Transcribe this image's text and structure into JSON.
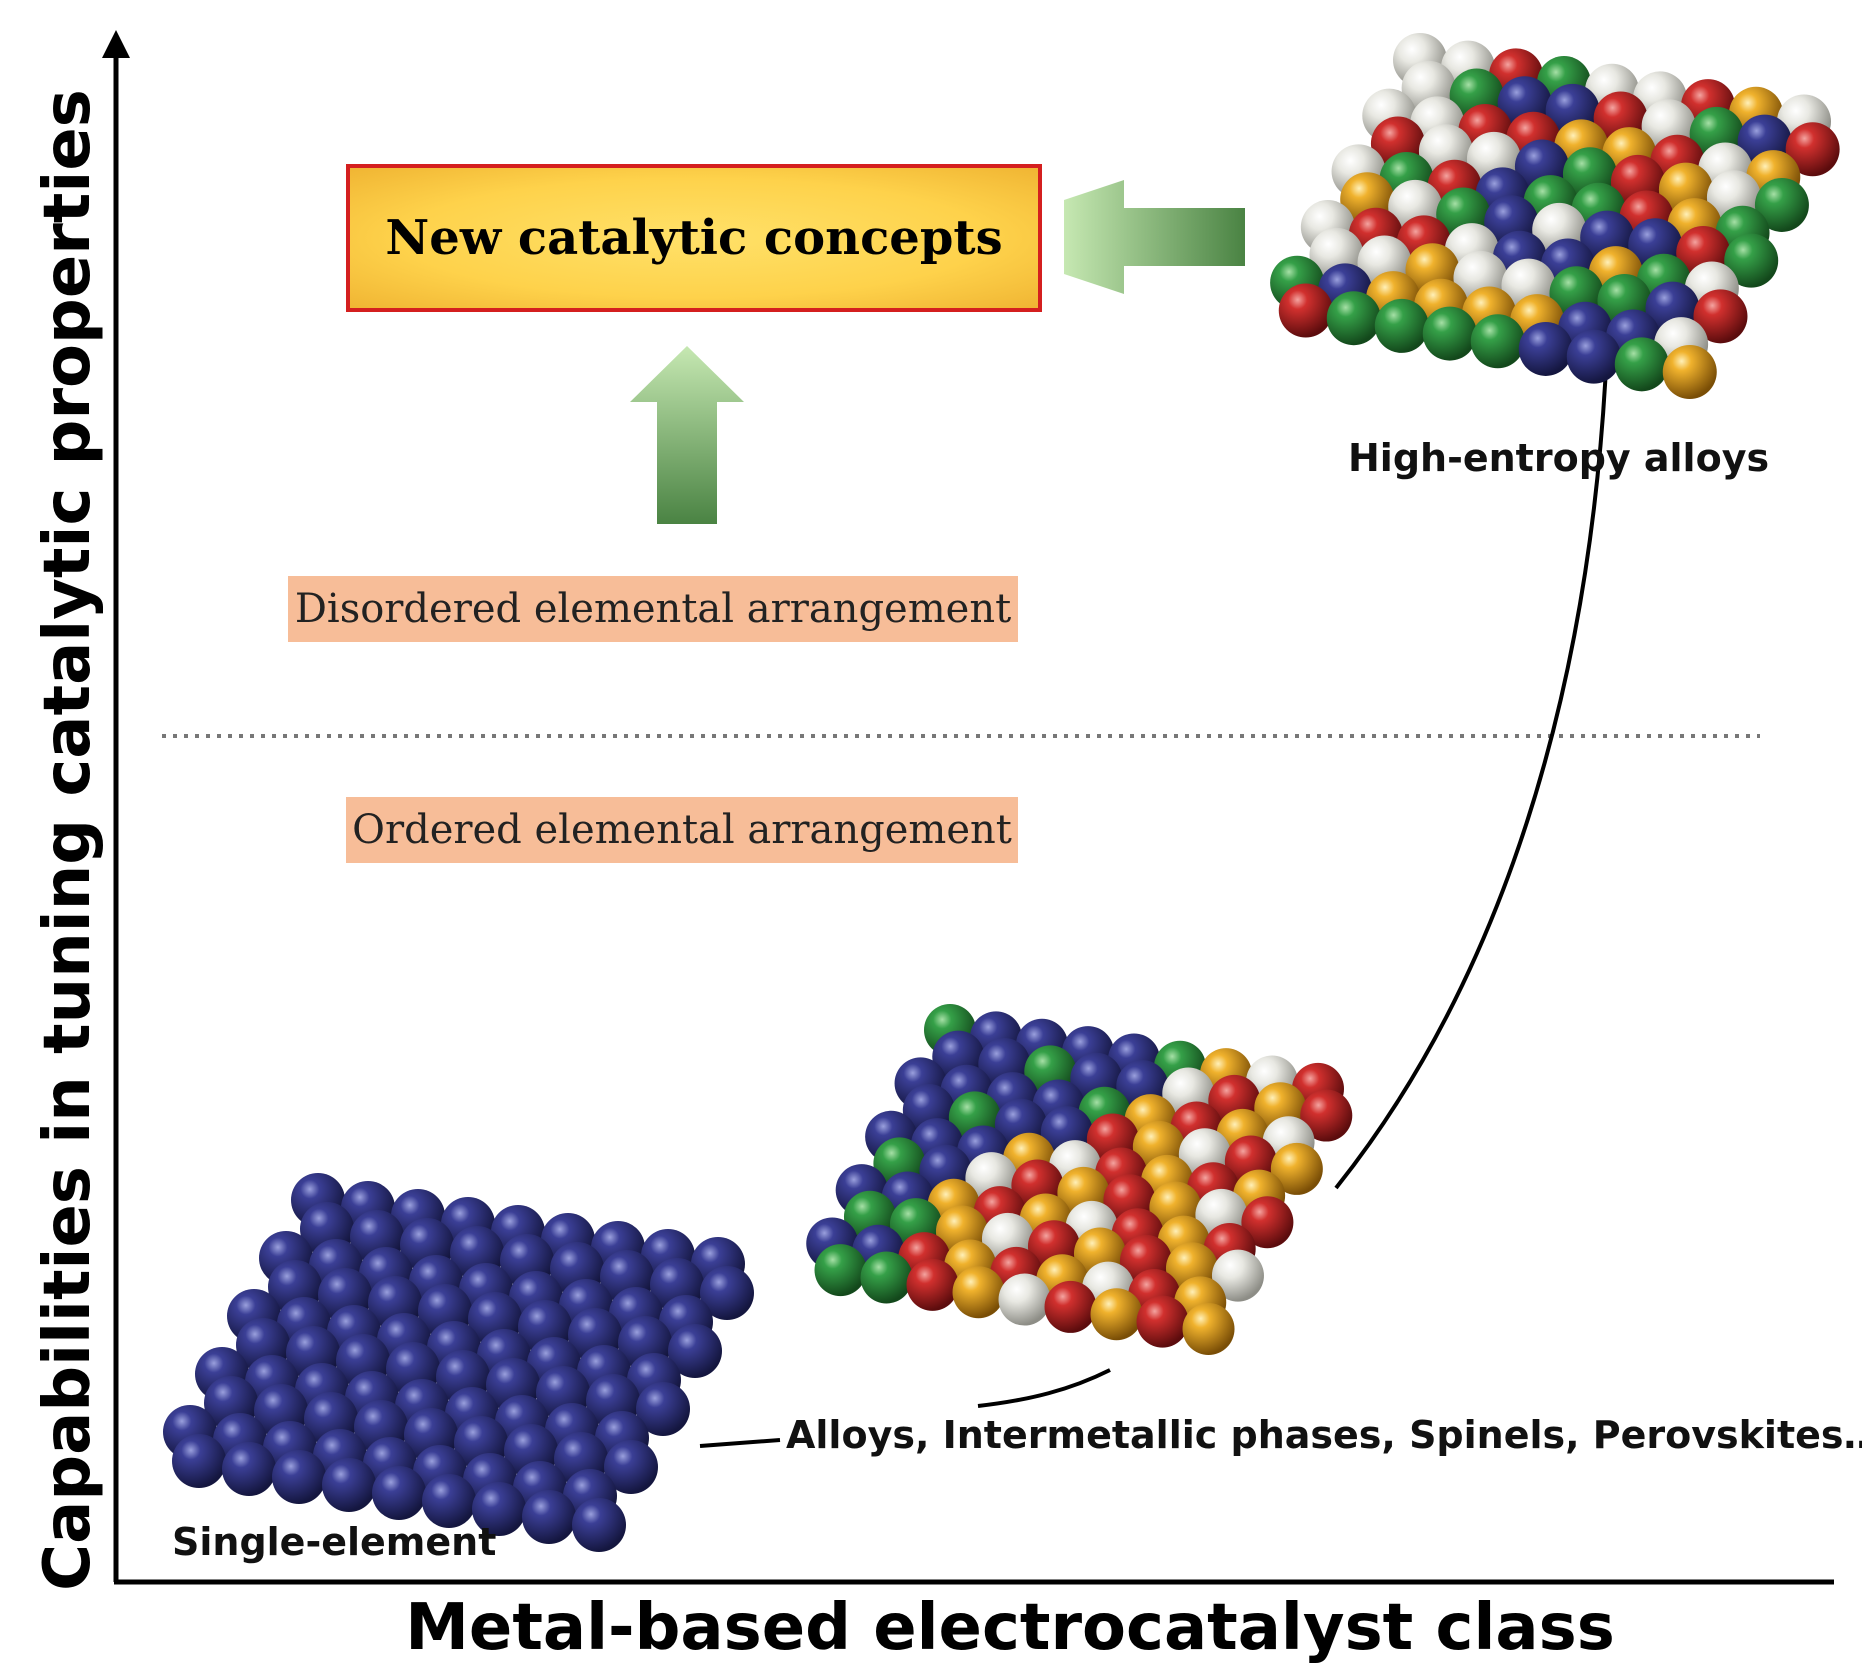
{
  "axes": {
    "y_label": "Capabilities in tuning catalytic properties",
    "x_label": "Metal-based electrocatalyst class"
  },
  "concept_box": {
    "label": "New catalytic concepts"
  },
  "bands": {
    "disordered": "Disordered elemental arrangement",
    "ordered": "Ordered elemental arrangement"
  },
  "callouts": {
    "high_entropy": "High-entropy alloys",
    "alloys": "Alloys, Intermetallic phases, Spinels, Perovskites…",
    "single_element": "Single-element"
  },
  "colors": {
    "navy": "#2a2d78",
    "green": "#2e8c3e",
    "red": "#c7262a",
    "gold": "#e9a524",
    "white": "#dcdcd6",
    "box_border": "#d41f1f",
    "band_fill": "#f7bd98",
    "arrow_light": "#b5dca0",
    "arrow_dark": "#4d8a45"
  }
}
